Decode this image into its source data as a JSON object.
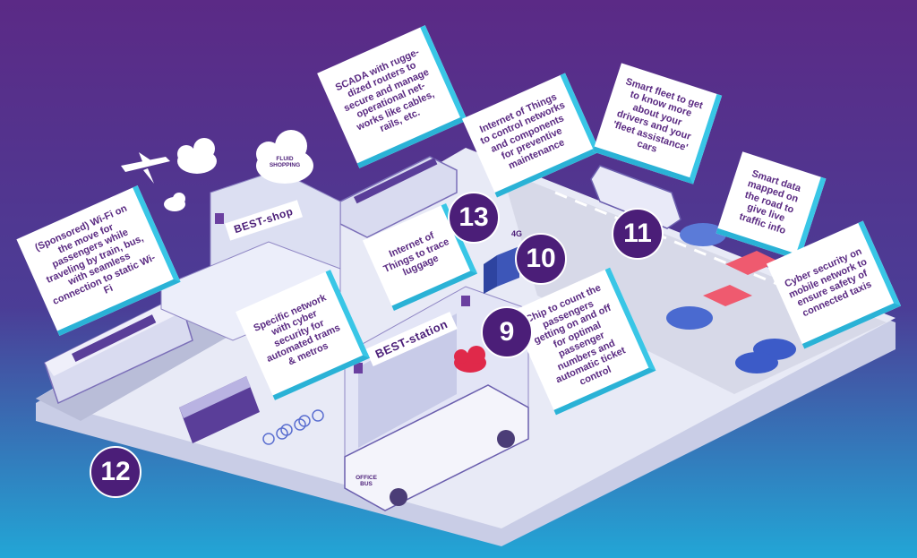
{
  "colors": {
    "background_top": "#5b2a86",
    "background_bottom": "#22a6d6",
    "bubble_text": "#5a2a82",
    "bubble_border": "#39c6e6",
    "number_badge": "#4b1e78"
  },
  "callouts": [
    {
      "id": "wifi",
      "text": "(Sponsored) Wi-Fi on the move for passengers while traveling by train, bus, with seamless connection to static Wi-Fi"
    },
    {
      "id": "scada",
      "text": "SCADA with rugge-dized routers to secure and manage operational net-works like cables, rails, etc."
    },
    {
      "id": "iot-maintenance",
      "text": "Internet of Things to control networks and components for preventive maintenance"
    },
    {
      "id": "smart-fleet",
      "text": "Smart fleet to get to know more about your drivers and your 'fleet assistance' cars"
    },
    {
      "id": "smart-data",
      "text": "Smart data mapped on the road to give live traffic info"
    },
    {
      "id": "cyber-taxis",
      "text": "Cyber security on mobile network to ensure safety of connected taxis"
    },
    {
      "id": "iot-luggage",
      "text": "Internet of Things to trace luggage"
    },
    {
      "id": "cyber-trams",
      "text": "Specific network with cyber security for automated trams & metros"
    },
    {
      "id": "chip-count",
      "text": "Chip to count the passengers getting on and off for optimal passenger numbers and automatic ticket control"
    }
  ],
  "numbers": [
    "13",
    "10",
    "11",
    "9",
    "12"
  ],
  "signs": {
    "shop": "BEST-shop",
    "station": "BEST-station",
    "cloud_shop": "FLUID SHOPPING",
    "network": "4G",
    "bus": "OFFICE BUS"
  },
  "icons": [
    "airplane-icon",
    "cloud-icon",
    "brand-b-icon",
    "train-icon",
    "bus-icon",
    "tram-icon",
    "car-icon",
    "taxi-icon",
    "bicycle-icon",
    "server-icon",
    "cloud-lock-icon"
  ]
}
